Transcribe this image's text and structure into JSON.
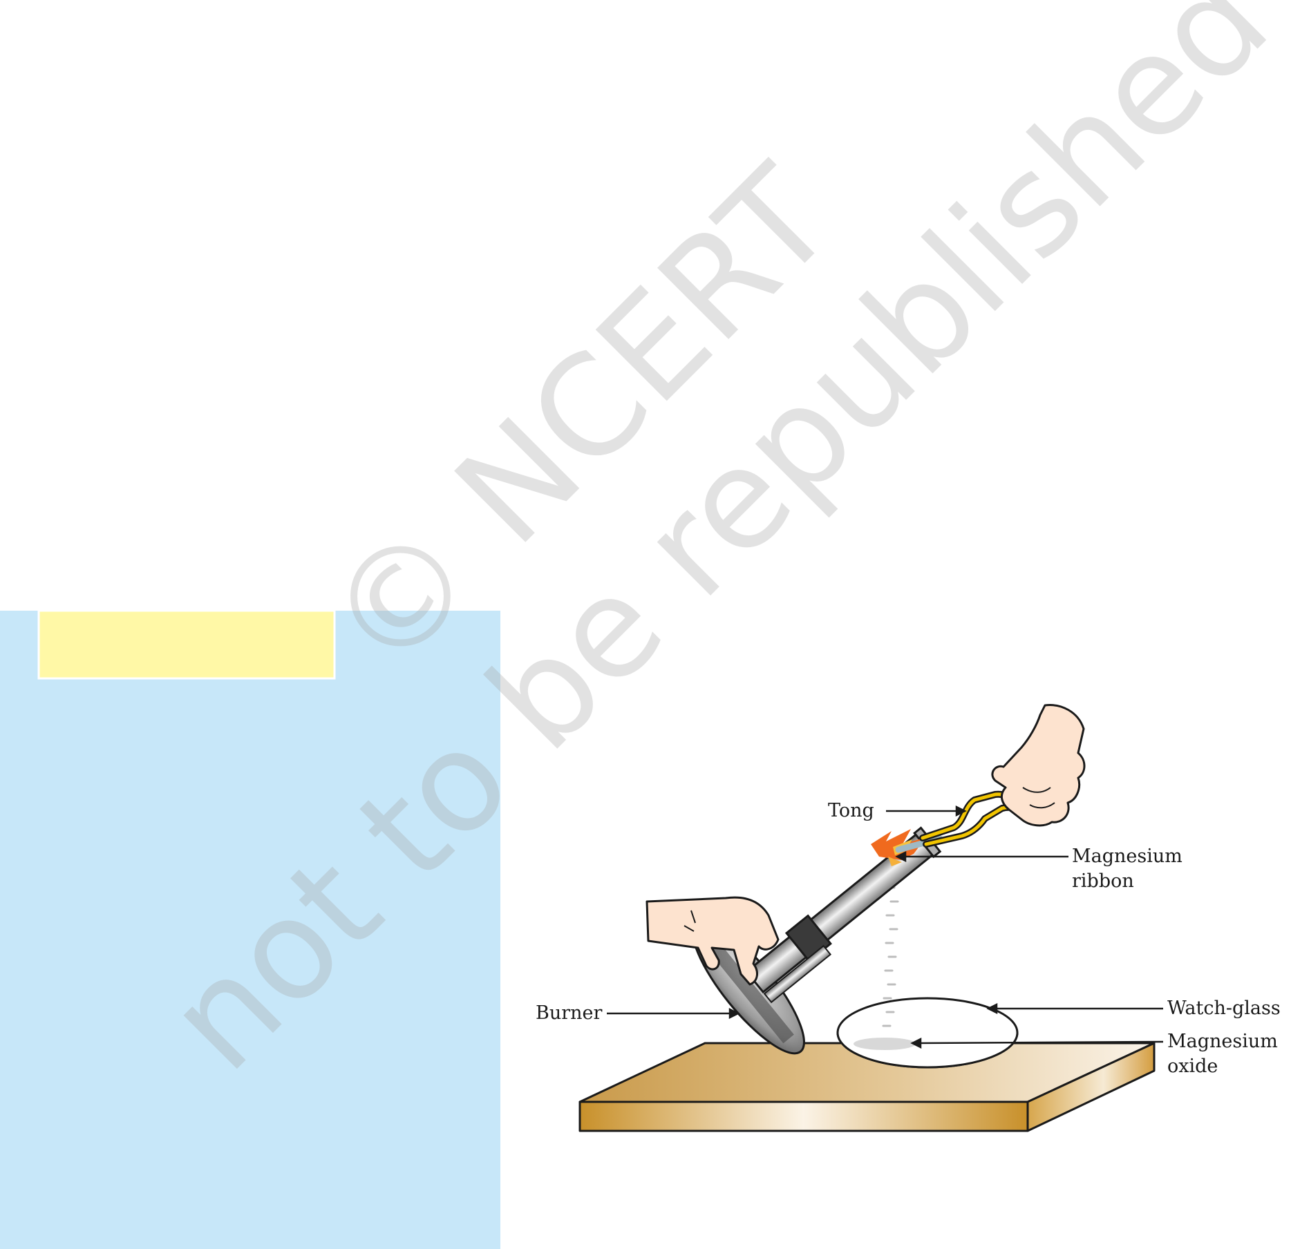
{
  "labels": {
    "tong": "Tong",
    "magnesium_ribbon": [
      "Magnesium",
      "ribbon"
    ],
    "burner": "Burner",
    "watch_glass": "Watch-glass",
    "magnesium_oxide": [
      "Magnesium",
      "oxide"
    ]
  },
  "watermark": {
    "line1": "© NCERT",
    "line2": "not to be republished"
  },
  "colors": {
    "side_panel": "#c7e7f9",
    "panel_tab": "#fff8a6",
    "table_wood": "#dcb880",
    "flame": "#f06a1e",
    "tong": "#f2c500",
    "skin": "#fde3cf"
  }
}
